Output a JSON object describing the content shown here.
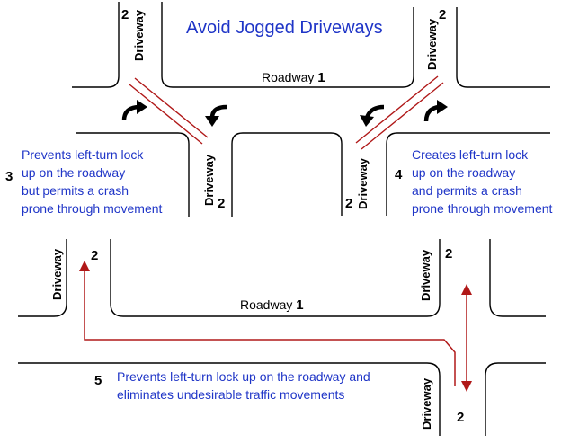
{
  "title": "Avoid Jogged Driveways",
  "road_word": "Roadway",
  "road_number": "1",
  "driveway_word": "Driveway",
  "driveway_number": "2",
  "scenario3": {
    "number": "3",
    "lines": [
      "Prevents left-turn lock",
      "up on the roadway",
      "but permits a crash",
      "prone through movement"
    ]
  },
  "scenario4": {
    "number": "4",
    "lines": [
      "Creates left-turn lock",
      "up on the roadway",
      "and permits a crash",
      "prone through movement"
    ]
  },
  "scenario5": {
    "number": "5",
    "lines": [
      "Prevents left-turn lock up on the roadway and",
      "eliminates undesirable traffic movements"
    ]
  },
  "colors": {
    "text_blue": "#1f35c7",
    "path_red": "#b01818",
    "road_edge": "#000000"
  },
  "icons": [
    "curved-turn-arrow-icon",
    "straight-arrow-icon"
  ]
}
